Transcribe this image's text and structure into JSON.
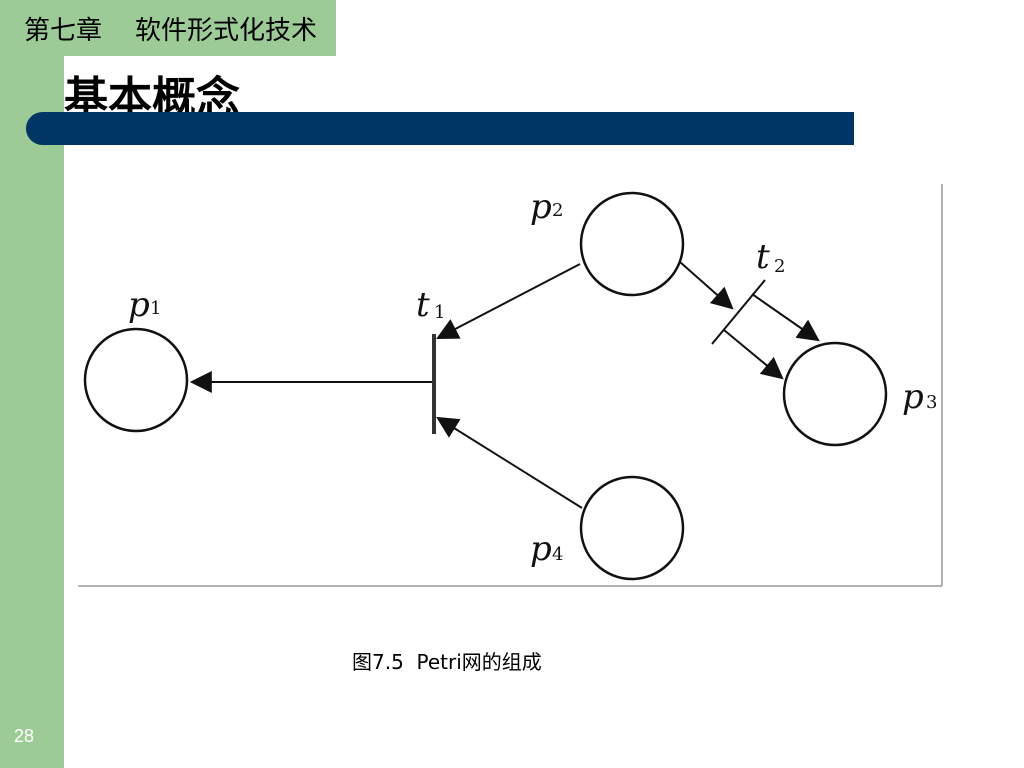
{
  "header": {
    "chapter_title": "第七章    软件形式化技术",
    "page_title": "基本概念"
  },
  "diagram": {
    "places": [
      {
        "id": "p1",
        "letter": "p",
        "index": "1"
      },
      {
        "id": "p2",
        "letter": "p",
        "index": "2"
      },
      {
        "id": "p3",
        "letter": "p",
        "index": "3"
      },
      {
        "id": "p4",
        "letter": "p",
        "index": "4"
      }
    ],
    "transitions": [
      {
        "id": "t1",
        "letter": "t",
        "index": "1"
      },
      {
        "id": "t2",
        "letter": "t",
        "index": "2"
      }
    ],
    "arcs": [
      {
        "from": "p2",
        "to": "t1"
      },
      {
        "from": "p4",
        "to": "t1"
      },
      {
        "from": "t1",
        "to": "p1"
      },
      {
        "from": "p2",
        "to": "t2"
      },
      {
        "from": "t2",
        "to": "p3"
      }
    ]
  },
  "caption": "图7.5  Petri网的组成",
  "footer": {
    "slide_number": "28"
  },
  "colors": {
    "sidebar": "#9dcb97",
    "title_rule": "#003665"
  }
}
